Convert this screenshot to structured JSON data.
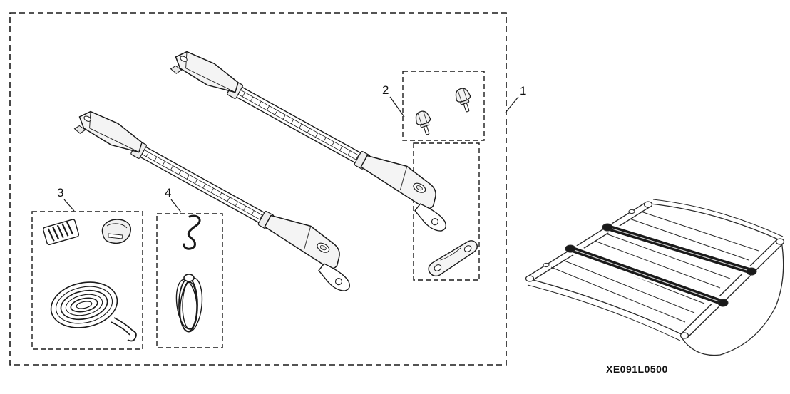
{
  "page": {
    "background": "#ffffff",
    "line_color": "#1a1a1a",
    "shade_color": "#f2f2f2"
  },
  "callouts": {
    "c1": "1",
    "c2": "2",
    "c3": "3",
    "c4": "4"
  },
  "part_code": "XE091L0500",
  "components": [
    "crossbar-rear",
    "crossbar-front",
    "knob-bolt-fasteners",
    "mounting-bracket",
    "rubber-pad",
    "cam-buckle",
    "coiled-strap",
    "s-hook",
    "coiled-cord",
    "vehicle-roof-installation-view"
  ]
}
